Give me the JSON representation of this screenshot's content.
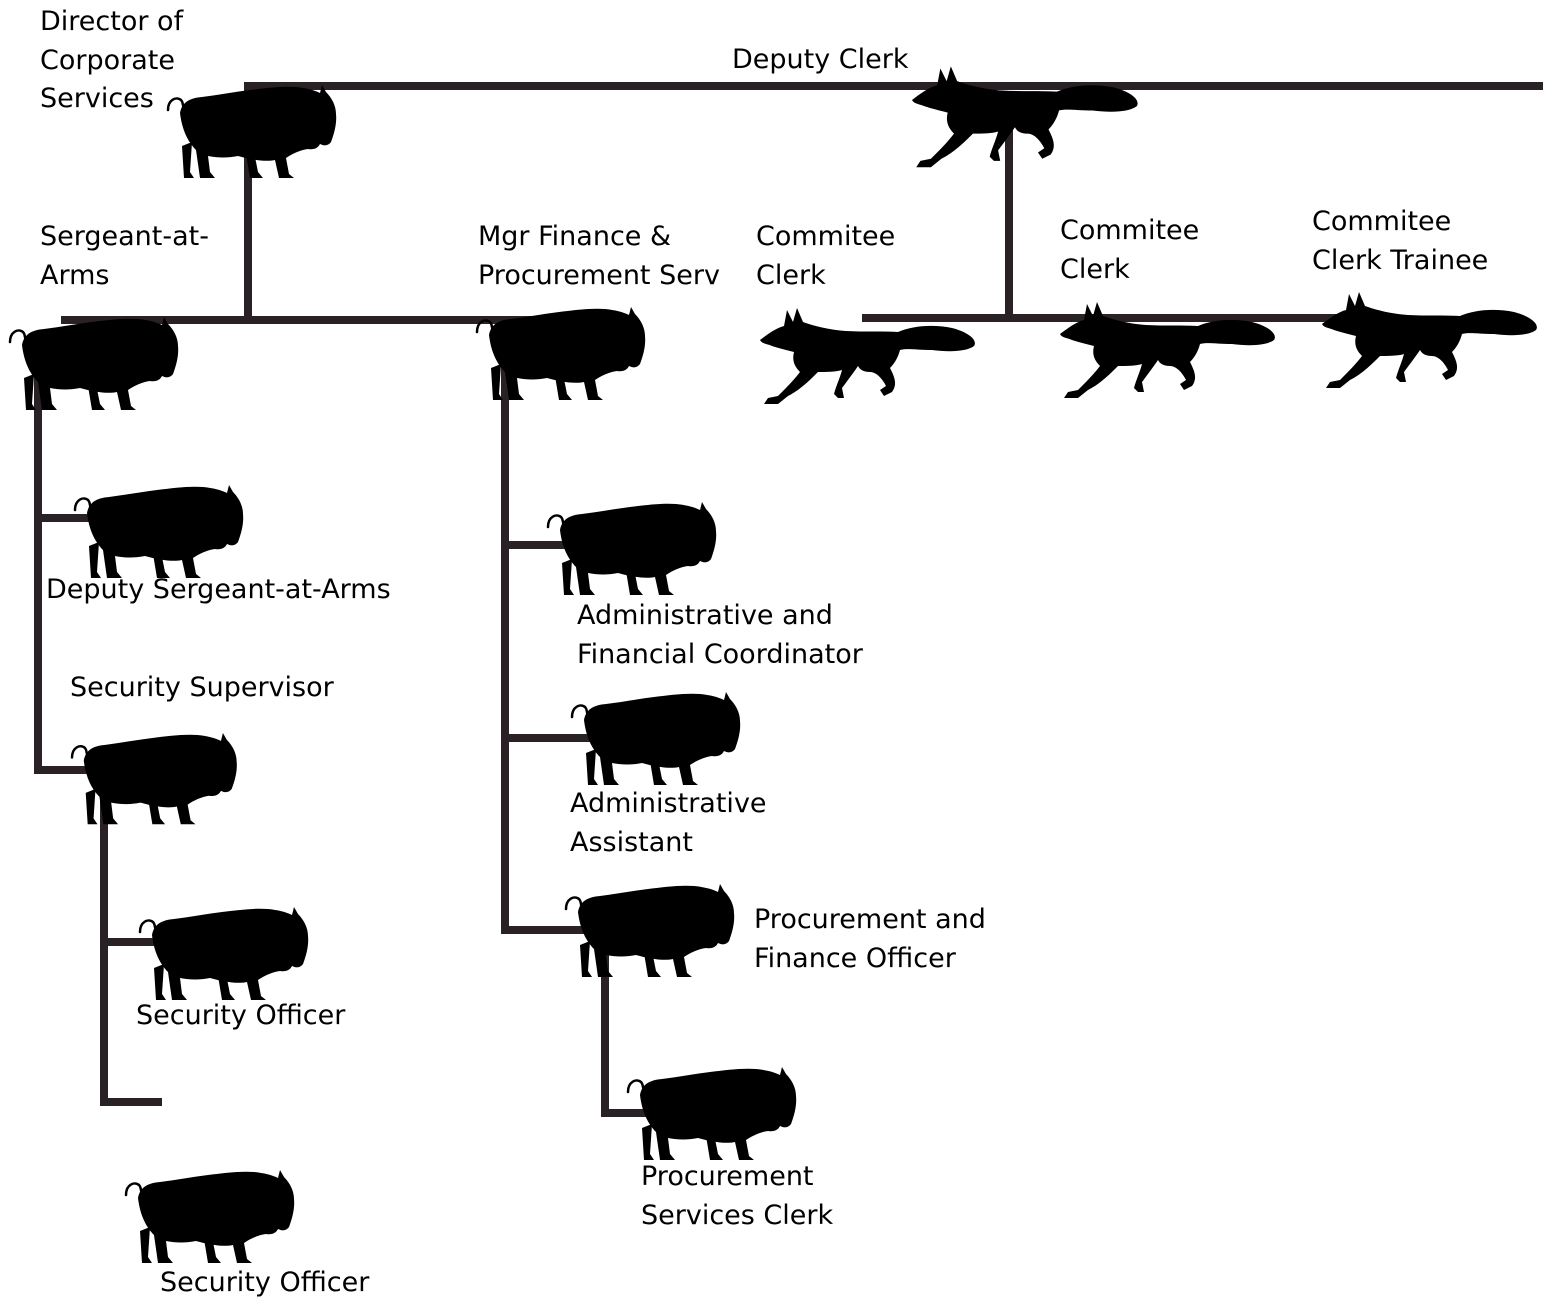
{
  "colors": {
    "background": "#ffffff",
    "connector": "#2a2126",
    "silhouette": "#000000",
    "text": "#000000"
  },
  "nodes": {
    "director": {
      "icon": "bison-icon",
      "lines": [
        "Director of",
        "Corporate",
        "Services"
      ]
    },
    "deputy_clerk": {
      "icon": "fox-icon",
      "lines": [
        "Deputy Clerk"
      ]
    },
    "sergeant": {
      "icon": "bison-icon",
      "lines": [
        "Sergeant-at-",
        "Arms"
      ]
    },
    "mgr_finance": {
      "icon": "bison-icon",
      "lines": [
        "Mgr Finance &",
        "Procurement Serv"
      ]
    },
    "committee_clerk_1": {
      "icon": "fox-icon",
      "lines": [
        "Commitee",
        "Clerk"
      ]
    },
    "committee_clerk_2": {
      "icon": "fox-icon",
      "lines": [
        "Commitee",
        "Clerk"
      ]
    },
    "committee_trainee": {
      "icon": "fox-icon",
      "lines": [
        "Commitee",
        "Clerk Trainee"
      ]
    },
    "deputy_sergeant": {
      "icon": "bison-icon",
      "lines": [
        "Deputy Sergeant-at-Arms"
      ]
    },
    "security_supervisor": {
      "icon": "bison-icon",
      "lines": [
        "Security Supervisor"
      ]
    },
    "security_officer_1": {
      "icon": "bison-icon",
      "lines": [
        "Security Officer"
      ]
    },
    "security_officer_2": {
      "icon": "bison-icon",
      "lines": [
        "Security Officer"
      ]
    },
    "admin_fin_coord": {
      "icon": "bison-icon",
      "lines": [
        "Administrative and",
        "Financial Coordinator"
      ]
    },
    "admin_assistant": {
      "icon": "bison-icon",
      "lines": [
        "Administrative",
        "Assistant"
      ]
    },
    "proc_fin_officer": {
      "icon": "bison-icon",
      "lines": [
        "Procurement and",
        "Finance Officer"
      ]
    },
    "proc_services_clerk": {
      "icon": "bison-icon",
      "lines": [
        "Procurement",
        "Services Clerk"
      ]
    }
  }
}
